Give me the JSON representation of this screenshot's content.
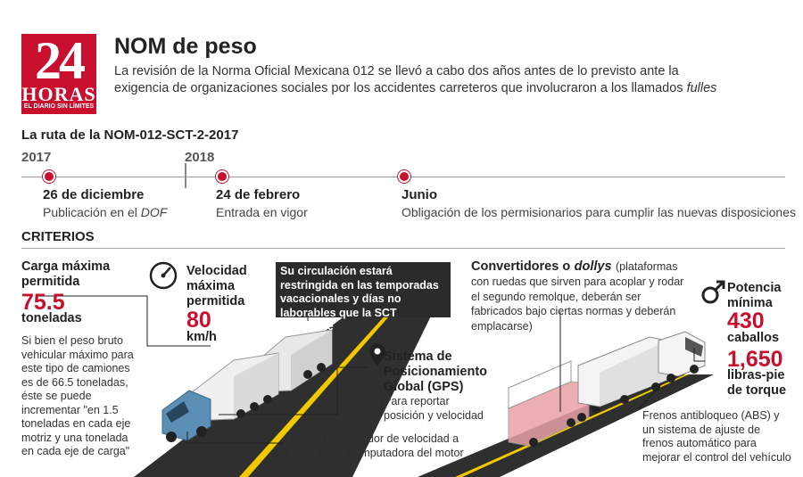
{
  "logo": {
    "number": "24",
    "name": "HORAS",
    "tagline": "EL DIARIO SIN LÍMITES"
  },
  "header": {
    "title": "NOM de peso",
    "intro": "La revisión de la Norma Oficial Mexicana 012 se llevó a cabo dos años antes de lo previsto ante la exigencia de organizaciones sociales por los accidentes carreteros que involucraron a los llamados",
    "intro_italic": "fulles"
  },
  "timeline": {
    "heading": "La ruta de la NOM-012-SCT-2-2017",
    "years": [
      "2017",
      "2018"
    ],
    "events": [
      {
        "date": "26 de diciembre",
        "desc": "Publicación en el",
        "desc_italic": "DOF"
      },
      {
        "date": "24 de febrero",
        "desc": "Entrada en vigor"
      },
      {
        "date": "Junio",
        "desc": "Obligación de los permisionarios para cumplir las nuevas disposiciones"
      }
    ]
  },
  "criterios": {
    "heading": "CRITERIOS",
    "carga": {
      "label": "Carga máxima permitida",
      "value": "75.5",
      "unit": "toneladas",
      "note": "Si bien el peso bruto vehicular máximo para este tipo de camiones es de 66.5 toneladas, éste se puede incrementar \"en 1.5 toneladas en cada eje motriz y una tonelada en cada eje de carga\""
    },
    "velocidad": {
      "label": "Velocidad máxima permitida",
      "value": "80",
      "unit": "km/h"
    },
    "circulacion": "Su circulación estará restringida en las temporadas vacacionales y días no laborables que la SCT determine",
    "gps": {
      "label": "Sistema de Posicionamiento Global (GPS)",
      "desc": "Para reportar posición y velocidad"
    },
    "gobernador": "Uso de gobernador de velocidad a través de la computadora del motor",
    "convertidores": {
      "label": "Convertidores o",
      "label_italic": "dollys",
      "desc": "(plataformas con ruedas que sirven para acoplar y rodar el segundo remolque, deberán ser fabricados bajo ciertas normas y deberán emplacarse)"
    },
    "potencia": {
      "label": "Potencia mínima",
      "value": "430",
      "unit": "caballos",
      "value2": "1,650",
      "unit2": "libras-pie de torque"
    },
    "frenos": "Frenos antibloqueo (ABS) y un sistema de ajuste de frenos automático para mejorar el control del vehículo"
  },
  "colors": {
    "accent": "#c8102e",
    "road": "#2f2f2f",
    "road_line": "#f2c800",
    "truck": "#5b8fb5"
  }
}
